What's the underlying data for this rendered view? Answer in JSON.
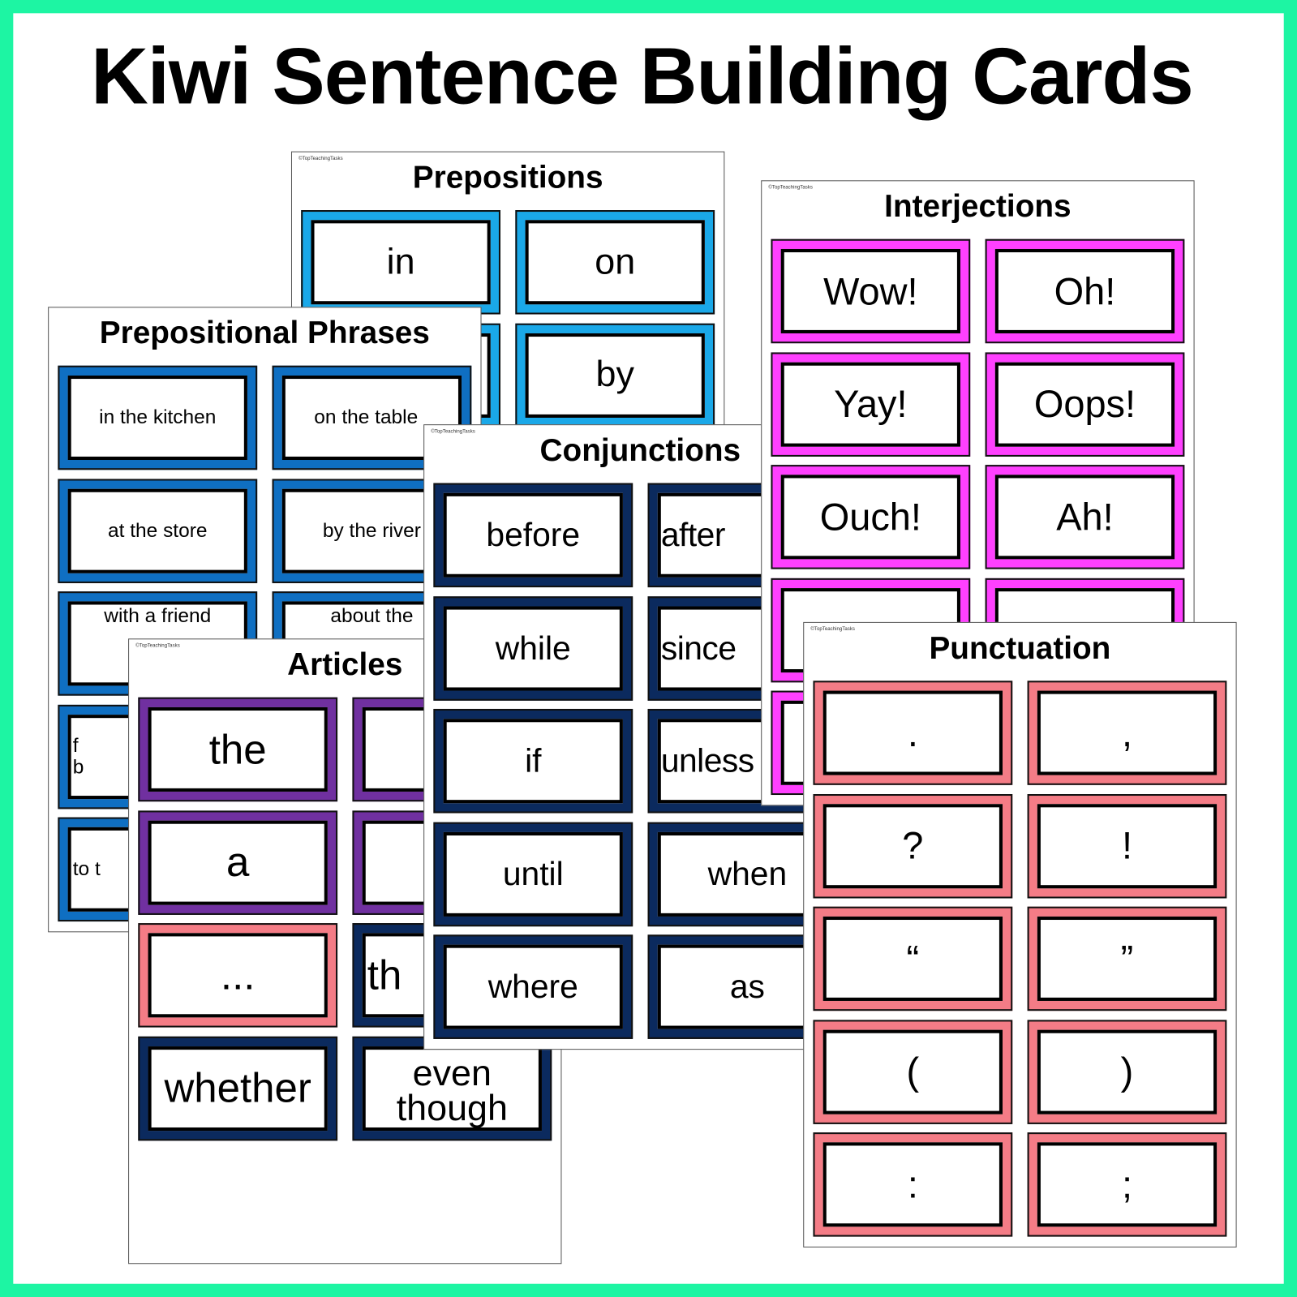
{
  "title": "Kiwi Sentence Building Cards",
  "colors": {
    "page_border": "#1df5a3"
  },
  "sheets": [
    {
      "id": "prepositions",
      "title": "Prepositions",
      "copyright": "©TopTeachingTasks",
      "font_size": 44,
      "cards": [
        {
          "text": "in",
          "color": "#1aa8e8"
        },
        {
          "text": "on",
          "color": "#1aa8e8"
        },
        {
          "text": "",
          "color": "#1aa8e8"
        },
        {
          "text": "by",
          "color": "#1aa8e8"
        }
      ]
    },
    {
      "id": "prepositional-phrases",
      "title": "Prepositional Phrases",
      "copyright": "",
      "font_size": 24,
      "cards": [
        {
          "text": "in the kitchen",
          "color": "#0f6fc2"
        },
        {
          "text": "on the table",
          "color": "#0f6fc2"
        },
        {
          "text": "at the store",
          "color": "#0f6fc2"
        },
        {
          "text": "by the river",
          "color": "#0f6fc2"
        },
        {
          "text": "with a friend",
          "color": "#0f6fc2"
        },
        {
          "text": "about the",
          "color": "#0f6fc2"
        },
        {
          "text": "f\nb",
          "color": "#0f6fc2"
        },
        {
          "text": "",
          "color": "#0f6fc2"
        },
        {
          "text": "to t",
          "color": "#0f6fc2"
        },
        {
          "text": "",
          "color": "#0f6fc2"
        }
      ]
    },
    {
      "id": "articles",
      "title": "Articles",
      "copyright": "©TopTeachingTasks",
      "font_size": 50,
      "cards": [
        {
          "text": "the",
          "color": "#7030a0"
        },
        {
          "text": "",
          "color": "#7030a0"
        },
        {
          "text": "a",
          "color": "#7030a0"
        },
        {
          "text": "",
          "color": "#7030a0"
        },
        {
          "text": "...",
          "color": "#f47c86"
        },
        {
          "text": "th",
          "color": "#0b2a5e"
        },
        {
          "text": "whether",
          "color": "#0b2a5e"
        },
        {
          "text": "even\nthough",
          "color": "#0b2a5e"
        }
      ]
    },
    {
      "id": "conjunctions",
      "title": "Conjunctions",
      "copyright": "©TopTeachingTasks",
      "font_size": 40,
      "cards": [
        {
          "text": "before",
          "color": "#0b2a5e"
        },
        {
          "text": "after",
          "color": "#0b2a5e"
        },
        {
          "text": "while",
          "color": "#0b2a5e"
        },
        {
          "text": "since",
          "color": "#0b2a5e"
        },
        {
          "text": "if",
          "color": "#0b2a5e"
        },
        {
          "text": "unless",
          "color": "#0b2a5e"
        },
        {
          "text": "until",
          "color": "#0b2a5e"
        },
        {
          "text": "when",
          "color": "#0b2a5e"
        },
        {
          "text": "where",
          "color": "#0b2a5e"
        },
        {
          "text": "as",
          "color": "#0b2a5e"
        }
      ]
    },
    {
      "id": "interjections",
      "title": "Interjections",
      "copyright": "©TopTeachingTasks",
      "font_size": 46,
      "cards": [
        {
          "text": "Wow!",
          "color": "#ff40ff"
        },
        {
          "text": "Oh!",
          "color": "#ff40ff"
        },
        {
          "text": "Yay!",
          "color": "#ff40ff"
        },
        {
          "text": "Oops!",
          "color": "#ff40ff"
        },
        {
          "text": "Ouch!",
          "color": "#ff40ff"
        },
        {
          "text": "Ah!",
          "color": "#ff40ff"
        },
        {
          "text": "",
          "color": "#ff40ff"
        },
        {
          "text": "",
          "color": "#ff40ff"
        },
        {
          "text": "",
          "color": "#ff40ff"
        },
        {
          "text": "",
          "color": "#ff40ff"
        }
      ]
    },
    {
      "id": "punctuation",
      "title": "Punctuation",
      "copyright": "©TopTeachingTasks",
      "font_size": 46,
      "cards": [
        {
          "text": ".",
          "color": "#f47c86"
        },
        {
          "text": ",",
          "color": "#f47c86"
        },
        {
          "text": "?",
          "color": "#f47c86"
        },
        {
          "text": "!",
          "color": "#f47c86"
        },
        {
          "text": "“",
          "color": "#f47c86"
        },
        {
          "text": "”",
          "color": "#f47c86"
        },
        {
          "text": "(",
          "color": "#f47c86"
        },
        {
          "text": ")",
          "color": "#f47c86"
        },
        {
          "text": ":",
          "color": "#f47c86"
        },
        {
          "text": ";",
          "color": "#f47c86"
        }
      ]
    }
  ]
}
